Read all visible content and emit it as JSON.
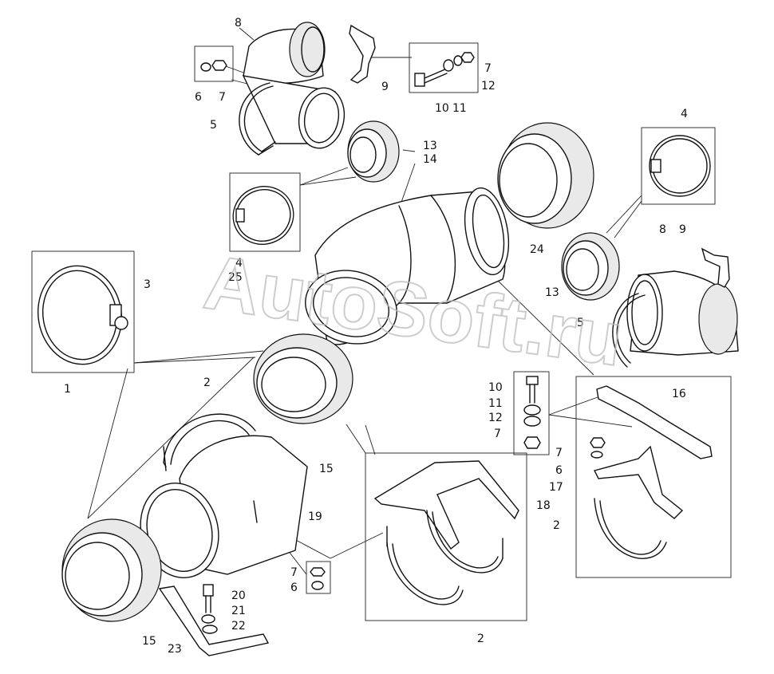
{
  "watermark": "AutoSoft.ru",
  "labels": {
    "l1": "1",
    "l2a": "2",
    "l2b": "2",
    "l2c": "2",
    "l3": "3",
    "l4a": "4",
    "l4b": "4",
    "l5a": "5",
    "l5b": "5",
    "l6a": "6",
    "l6b": "6",
    "l6c": "6",
    "l7a": "7",
    "l7b": "7",
    "l7c": "7",
    "l7d": "7",
    "l7e": "7",
    "l8a": "8",
    "l8b": "8",
    "l9a": "9",
    "l9b": "9",
    "l10a": "10",
    "l10b": "10",
    "l11a": "11",
    "l11b": "11",
    "l12a": "12",
    "l12b": "12",
    "l13a": "13",
    "l13b": "13",
    "l14": "14",
    "l15a": "15",
    "l15b": "15",
    "l16": "16",
    "l17": "17",
    "l18": "18",
    "l19": "19",
    "l20": "20",
    "l21": "21",
    "l22": "22",
    "l23": "23",
    "l24": "24",
    "l25": "25"
  }
}
